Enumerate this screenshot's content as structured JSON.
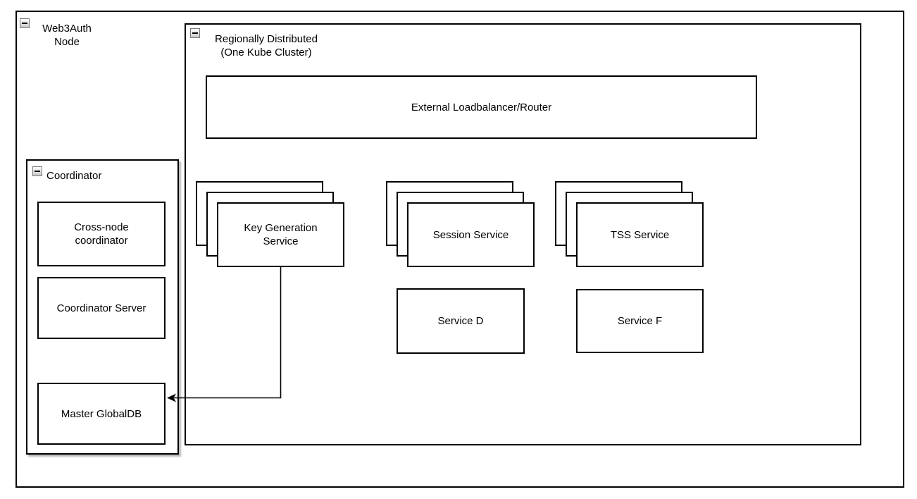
{
  "diagram": {
    "outer_group": {
      "label": "Web3Auth\nNode",
      "collapse_icon": "minus-icon"
    },
    "region_group": {
      "label": "Regionally Distributed\n(One Kube Cluster)",
      "collapse_icon": "minus-icon",
      "loadbalancer": {
        "label": "External Loadbalancer/Router"
      },
      "stacks": [
        {
          "label": "Key Generation\nService",
          "copies": 3
        },
        {
          "label": "Session Service",
          "copies": 3
        },
        {
          "label": "TSS Service",
          "copies": 3
        }
      ],
      "services": [
        {
          "label": "Service D"
        },
        {
          "label": "Service F"
        }
      ]
    },
    "coordinator_group": {
      "label": "Coordinator",
      "collapse_icon": "minus-icon",
      "boxes": [
        {
          "label": "Cross-node\ncoordinator"
        },
        {
          "label": "Coordinator Server"
        },
        {
          "label": "Master GlobalDB"
        }
      ]
    },
    "connector": {
      "from": "Key Generation Service",
      "to": "Master GlobalDB",
      "style": "arrow"
    },
    "colors": {
      "stroke": "#000000",
      "fill": "#ffffff",
      "background": "#ffffff"
    }
  }
}
